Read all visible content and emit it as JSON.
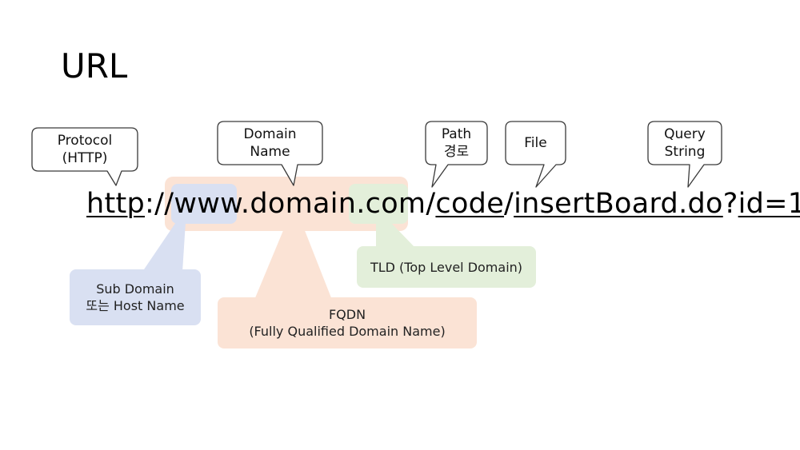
{
  "slide": {
    "title": "URL"
  },
  "url": {
    "protocol": "http",
    "sep1": "://",
    "subdomain": "www",
    "dot1": ".",
    "domain": "domain",
    "dot2": ".",
    "tld": "com",
    "slash1": "/",
    "path": "code",
    "slash2": "/",
    "file": "insertBoard.do",
    "qmark": "?",
    "query": "id=1"
  },
  "callouts": {
    "protocol": [
      "Protocol",
      "(HTTP)"
    ],
    "domain_name": [
      "Domain",
      "Name"
    ],
    "path": [
      "Path",
      "경로"
    ],
    "file": [
      "File"
    ],
    "query": [
      "Query",
      "String"
    ]
  },
  "labels": {
    "subdomain": [
      "Sub Domain",
      "또는 Host Name"
    ],
    "fqdn": [
      "FQDN",
      "(Fully Qualified Domain Name)"
    ],
    "tld": [
      "TLD (Top Level Domain)"
    ]
  },
  "colors": {
    "fqdn": "#fbe3d5",
    "subdomain": "#d9e0f2",
    "tld": "#e3efda",
    "callout_border": "#3a3a3a"
  }
}
